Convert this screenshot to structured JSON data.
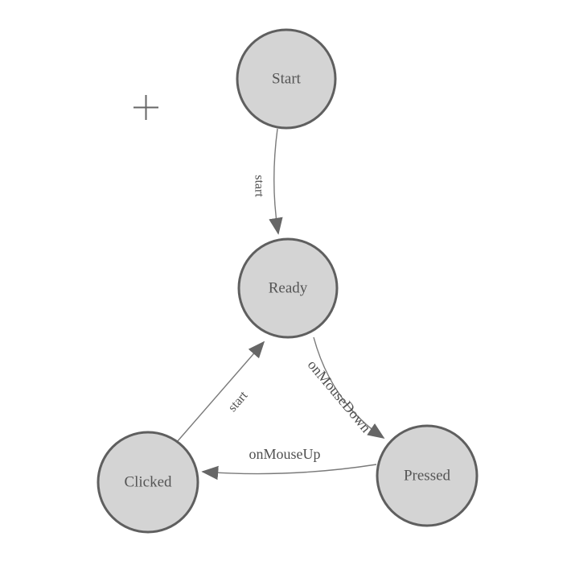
{
  "diagram": {
    "colors": {
      "background": "#ffffff",
      "node_fill": "#d4d4d4",
      "node_stroke": "#5f5f5f",
      "node_label": "#555555",
      "edge_line": "#7a7a7a",
      "arrow_fill": "#666666",
      "edge_label": "#4f4f4f",
      "crosshair": "#666666"
    },
    "nodes": [
      {
        "id": "start",
        "label": "Start"
      },
      {
        "id": "ready",
        "label": "Ready"
      },
      {
        "id": "clicked",
        "label": "Clicked"
      },
      {
        "id": "pressed",
        "label": "Pressed"
      }
    ],
    "edges": [
      {
        "from": "Start",
        "to": "Ready",
        "label": "start"
      },
      {
        "from": "Ready",
        "to": "Pressed",
        "label": "onMouseDown"
      },
      {
        "from": "Pressed",
        "to": "Clicked",
        "label": "onMouseUp"
      },
      {
        "from": "Clicked",
        "to": "Ready",
        "label": "start"
      }
    ],
    "cursor_icon": "plus-crosshair"
  }
}
